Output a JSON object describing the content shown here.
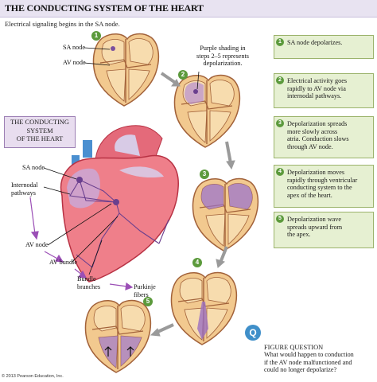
{
  "title": "THE CONDUCTING SYSTEM OF THE HEART",
  "intro": "Electrical signaling begins in the SA node.",
  "box_title": [
    "THE CONDUCTING",
    "SYSTEM",
    "OF THE HEART"
  ],
  "top_labels": {
    "sa_node": "SA node",
    "av_node": "AV node"
  },
  "purple_note": [
    "Purple shading in",
    "steps 2–5 represents",
    "depolarization."
  ],
  "heart_labels": {
    "sa_node": "SA node",
    "internodal": [
      "Internodal",
      "pathways"
    ],
    "av_node": "AV node",
    "av_bundle": "AV bundle",
    "bundle_branches": [
      "Bundle",
      "branches"
    ],
    "purkinje": [
      "Purkinje",
      "fibers"
    ]
  },
  "step_badges": [
    "1",
    "2",
    "3",
    "4",
    "5"
  ],
  "steps": [
    {
      "num": "1",
      "text": [
        "SA node depolarizes."
      ]
    },
    {
      "num": "2",
      "text": [
        "Electrical activity goes",
        "rapidly to AV node via",
        "internodal pathways."
      ]
    },
    {
      "num": "3",
      "text": [
        "Depolarization spreads",
        "more slowly across",
        "atria. Conduction slows",
        "through AV node."
      ]
    },
    {
      "num": "4",
      "text": [
        "Depolarization moves",
        "rapidly through ventricular",
        "conducting system to the",
        "apex of the heart."
      ]
    },
    {
      "num": "5",
      "text": [
        "Depolarization wave",
        "spreads upward from",
        "the apex."
      ]
    }
  ],
  "figure_question": {
    "icon": "Q",
    "title": "FIGURE QUESTION",
    "text": [
      "What would happen to conduction",
      "if the AV node malfunctioned and",
      "could no longer depolarize?"
    ]
  },
  "copyright": "© 2013 Pearson Education, Inc.",
  "colors": {
    "step_box": "#e6f0d2",
    "step_num": "#5c9a3c",
    "title_bar": "#e8e3f1",
    "depolarized": "#9b6fc0",
    "heart_red": "#e04a5a",
    "question": "#3f8fc9"
  }
}
